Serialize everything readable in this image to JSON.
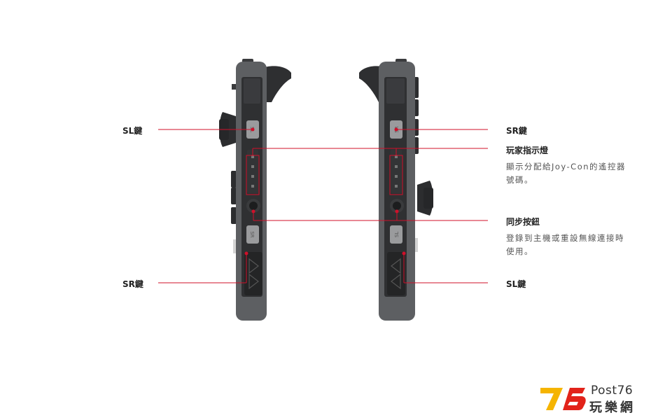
{
  "left_labels": {
    "sl_key": "SL鍵",
    "sr_key": "SR鍵"
  },
  "right_labels": {
    "sr_key": "SR鍵",
    "player_lights": "玩家指示燈",
    "player_lights_desc_1": "顯示分配給Joy-Con的遙控器",
    "player_lights_desc_2": "號碼。",
    "sync_button": "同步按鈕",
    "sync_button_desc_1": "登錄到主機或重設無線連接時",
    "sync_button_desc_2": "使用。",
    "sl_key": "SL鍵"
  },
  "button_marks": {
    "left_top": "SL",
    "left_bottom": "SR",
    "right_top": "SR",
    "right_bottom": "SL"
  },
  "logo": {
    "number": "76",
    "post": "Post76",
    "chinese": "玩樂網"
  },
  "colors": {
    "callout_line": "#d0102a",
    "body": "#5d5f62",
    "rail": "#2f3032",
    "logo_yellow": "#f5b400",
    "logo_red": "#e2231a"
  }
}
